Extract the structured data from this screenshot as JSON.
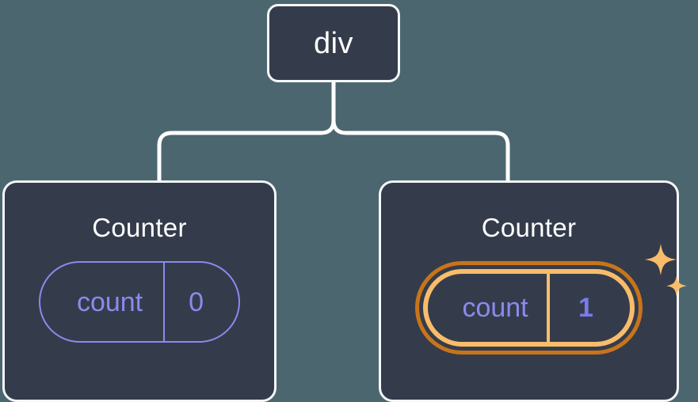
{
  "diagram": {
    "type": "component-tree",
    "title": "",
    "colors": {
      "background": "#4c6670",
      "node_fill": "#343c4b",
      "node_border": "#f4f7f8",
      "connector": "#ffffff",
      "state_accent": "#8a8aee",
      "highlight_outer": "#c8741a",
      "highlight_inner": "#f9bc6a",
      "sparkle": "#f9bc6a",
      "value_highlight": "#7b7bef",
      "title_text": "#ffffff"
    }
  },
  "root": {
    "label": "div"
  },
  "children": [
    {
      "title": "Counter",
      "state": {
        "key": "count",
        "value": "0"
      },
      "highlighted": false
    },
    {
      "title": "Counter",
      "state": {
        "key": "count",
        "value": "1"
      },
      "highlighted": true
    }
  ],
  "icons": {
    "sparkle_large": "sparkle-icon",
    "sparkle_small": "sparkle-icon"
  }
}
